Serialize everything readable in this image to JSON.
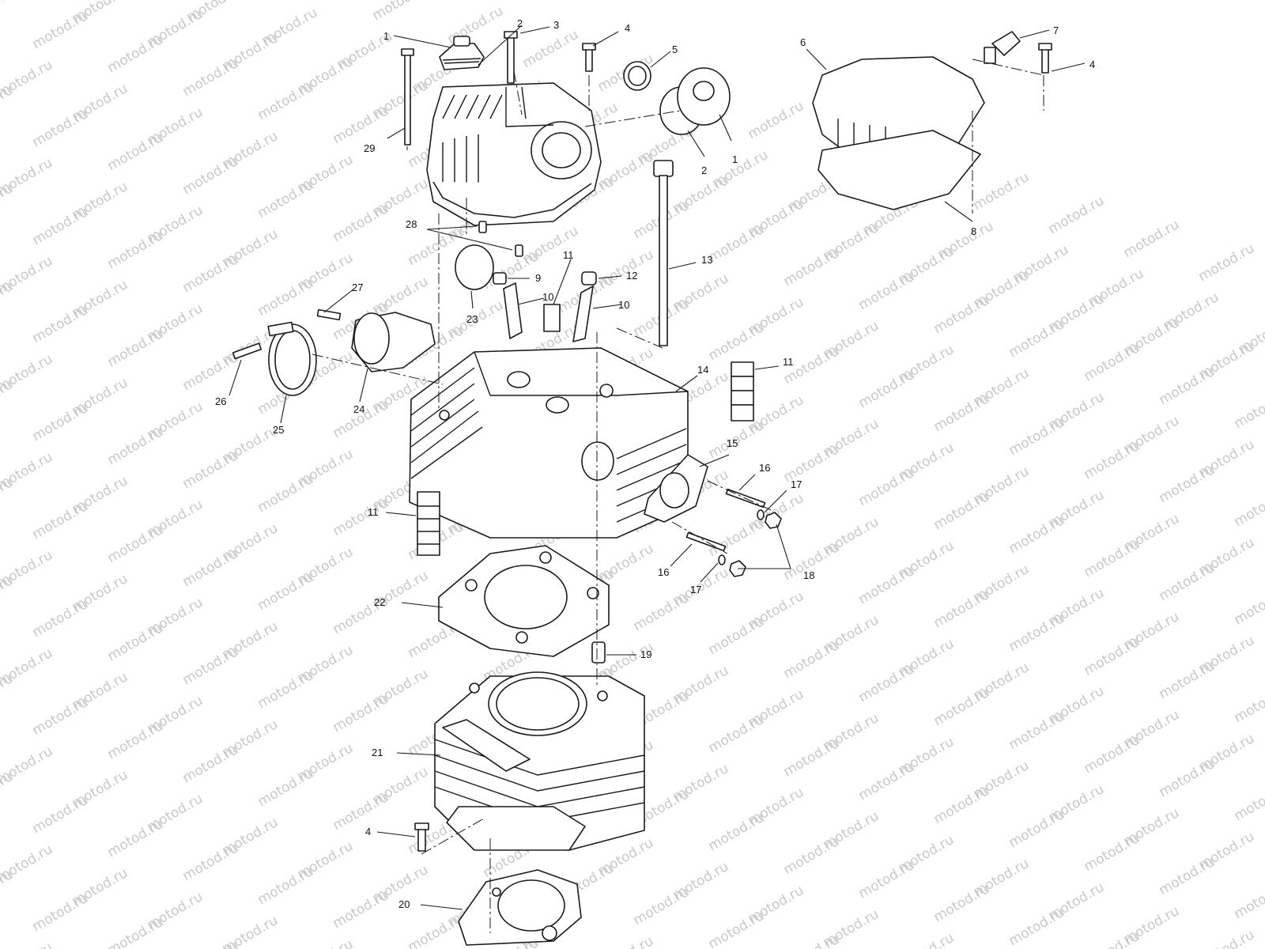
{
  "diagram": {
    "type": "exploded-parts-view",
    "watermark": "motod.ru",
    "callouts": {
      "c1a": "1",
      "c2a": "2",
      "c3": "3",
      "c4a": "4",
      "c5": "5",
      "c1b": "1",
      "c2b": "2",
      "c6": "6",
      "c7": "7",
      "c4b": "4",
      "c8": "8",
      "c29": "29",
      "c28": "28",
      "c23": "23",
      "c9": "9",
      "c11a": "11",
      "c10a": "10",
      "c12": "12",
      "c10b": "10",
      "c13": "13",
      "c27": "27",
      "c26": "26",
      "c25": "25",
      "c24": "24",
      "c14": "14",
      "c11b": "11",
      "c15": "15",
      "c16a": "16",
      "c17a": "17",
      "c11c": "11",
      "c16b": "16",
      "c17b": "17",
      "c18": "18",
      "c22": "22",
      "c19": "19",
      "c21": "21",
      "c4c": "4",
      "c20": "20"
    }
  }
}
